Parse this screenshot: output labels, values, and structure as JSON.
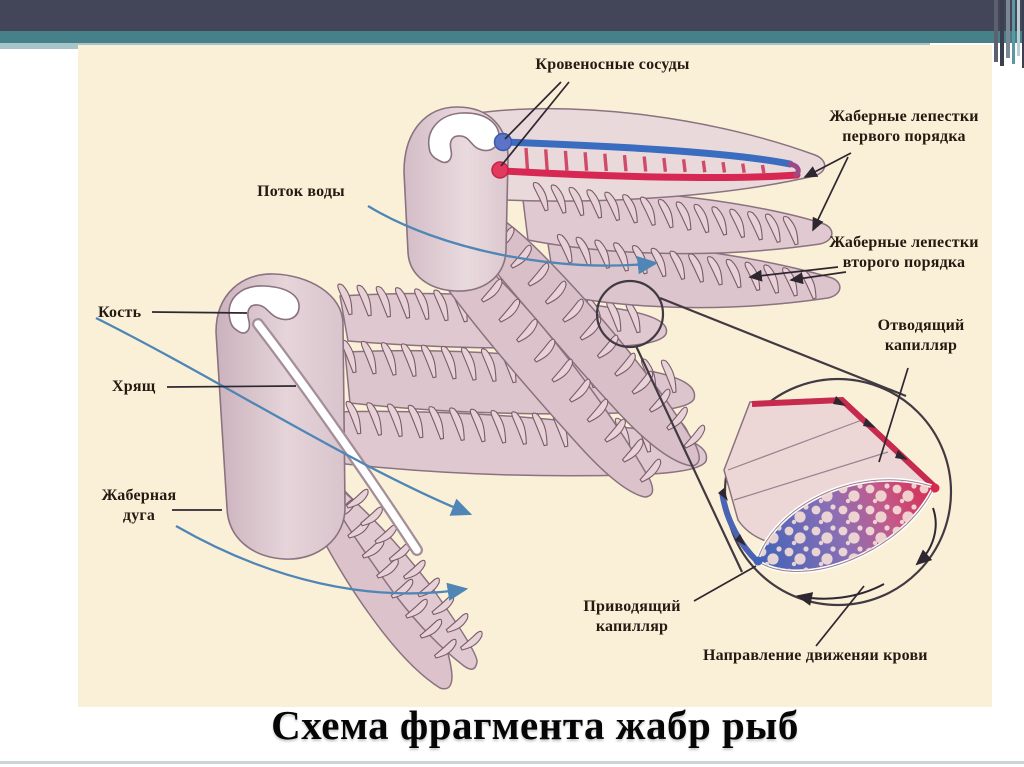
{
  "slide": {
    "title": "Схема фрагмента жабр рыб",
    "labels": {
      "blood_vessels": "Кровеносные сосуды",
      "filaments_first": "Жаберные лепестки\nпервого порядка",
      "filaments_second": "Жаберные лепестки\nвторого порядка",
      "water_flow": "Поток воды",
      "bone": "Кость",
      "cartilage": "Хрящ",
      "gill_arch": "Жаберная дуга",
      "efferent_capillary": "Отводящий\nкапилляр",
      "afferent_capillary": "Приводящий\nкапилляр",
      "blood_direction": "Направление движеняи крови"
    },
    "colors": {
      "header_navy": "#434659",
      "header_teal": "#46818a",
      "header_light_strip": "#a7c4c8",
      "canvas_cream": "#faf0d8",
      "tissue_pink": "#e0c9d0",
      "tissue_outline": "#8a7280",
      "lamella_stroke": "#7c5a68",
      "vessel_blue": "#3a6cc0",
      "vessel_red": "#d62852",
      "water_arrow_blue": "#4f86b5",
      "pointer_ink": "#2e2730",
      "label_ink": "#241a12"
    }
  }
}
